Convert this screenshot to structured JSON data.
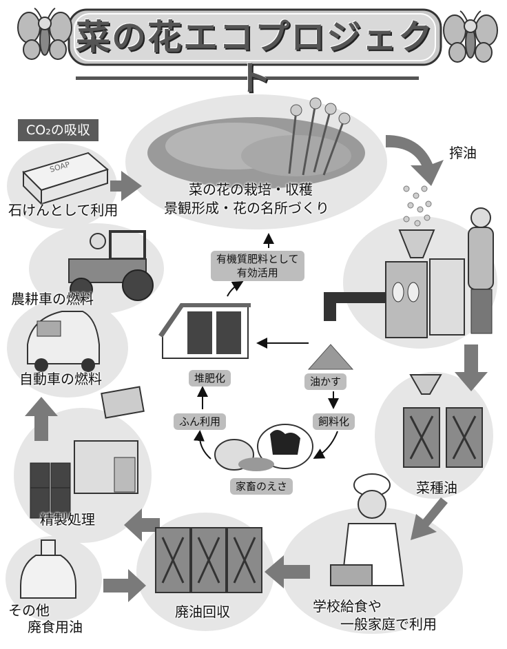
{
  "title": "菜の花エコプロジェクト",
  "co2_tag": "CO₂の吸収",
  "stages": {
    "cultivation_line1": "菜の花の栽培・収穫",
    "cultivation_line2": "景観形成・花の名所づくり",
    "pressing": "搾油",
    "rapeseed_oil": "菜種油",
    "use_line1": "学校給食や",
    "use_line2": "一般家庭で利用",
    "collection": "廃油回収",
    "other_line1": "その他",
    "other_line2": "廃食用油",
    "refining": "精製処理",
    "car_fuel": "自動車の燃料",
    "tractor_fuel": "農耕車の燃料",
    "soap": "石けんとして利用"
  },
  "inner_cycle": {
    "fertilizer_line1": "有機質肥料として",
    "fertilizer_line2": "有効活用",
    "compost": "堆肥化",
    "oil_cake": "油かす",
    "feed": "飼料化",
    "manure": "ふん利用",
    "livestock_feed": "家畜のえさ"
  },
  "soap_bar_text": "SOAP",
  "colors": {
    "ink": "#111111",
    "bubble": "#e6e6e6",
    "arrow": "#7a7a7a",
    "tag": "#bdbdbd",
    "dark_tag": "#5a5a5a"
  }
}
